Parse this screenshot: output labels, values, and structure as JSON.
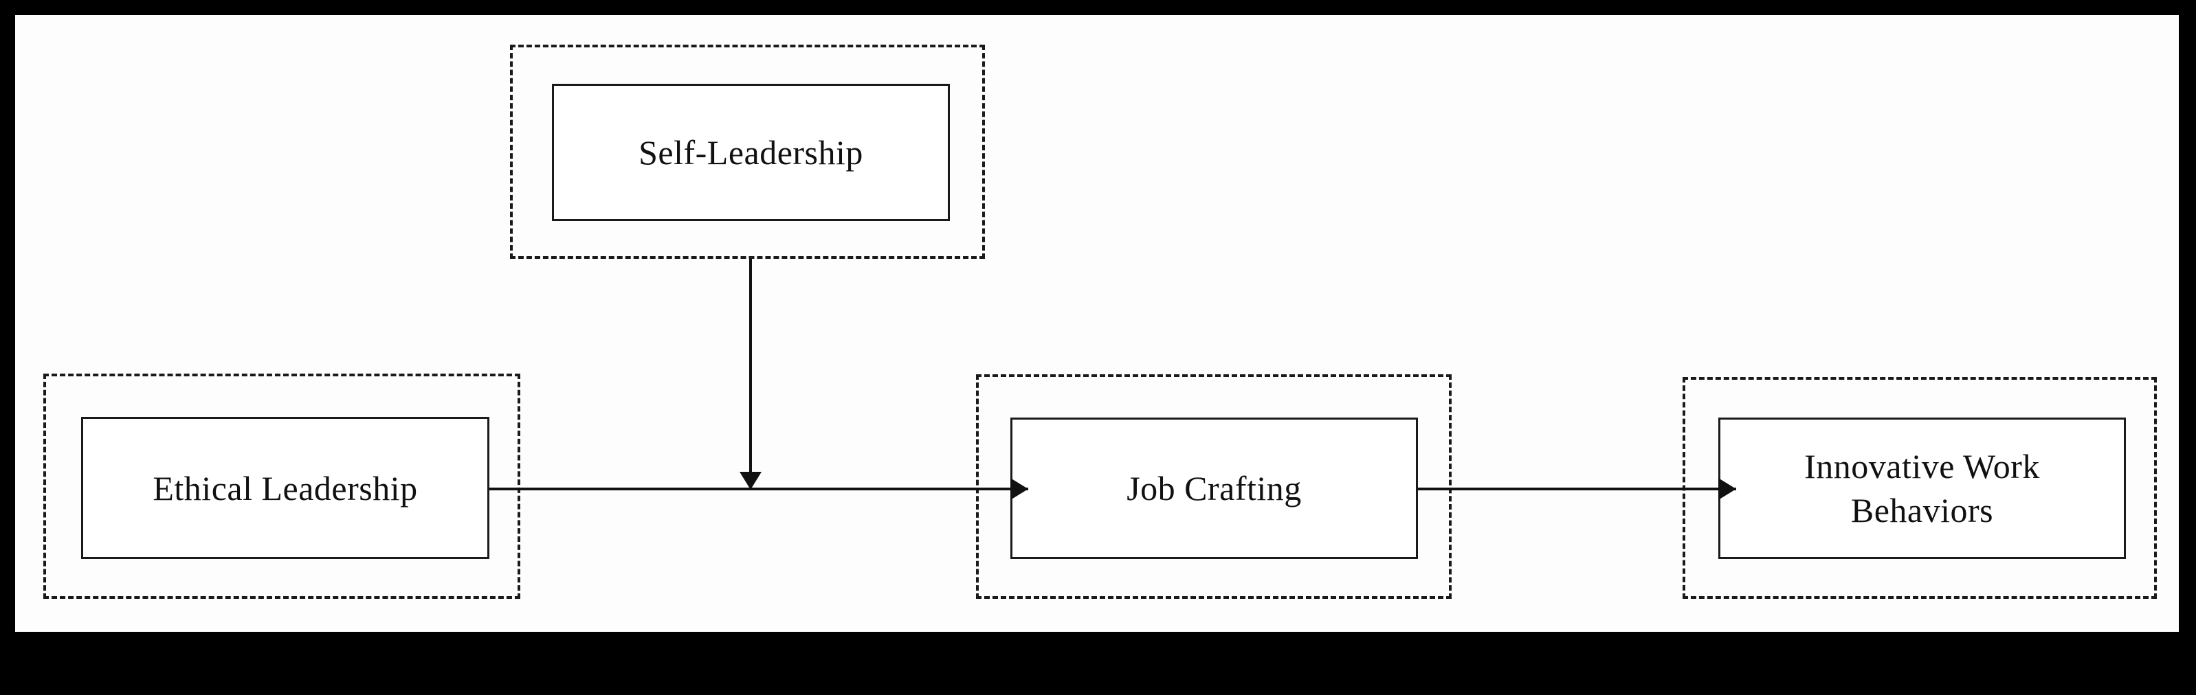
{
  "diagram": {
    "type": "conceptual-research-model",
    "title": "",
    "background_color": "#ffffff",
    "frame_color": "#000000",
    "line_color": "#111111",
    "constructs": [
      {
        "id": "self-leadership",
        "label": "Self-Leadership",
        "role": "moderator",
        "container": "dashed",
        "inner_box": "solid"
      },
      {
        "id": "ethical-leadership",
        "label": "Ethical Leadership",
        "role": "independent-variable",
        "container": "dashed",
        "inner_box": "solid"
      },
      {
        "id": "job-crafting",
        "label": "Job Crafting",
        "role": "mediator",
        "container": "dashed",
        "inner_box": "solid"
      },
      {
        "id": "innovative-work-behaviors",
        "label": "Innovative  Work\nBehaviors",
        "role": "dependent-variable",
        "container": "dashed",
        "inner_box": "solid"
      }
    ],
    "links": [
      {
        "id": "el-to-jc",
        "from": "ethical-leadership",
        "to": "job-crafting",
        "style": "solid-arrow",
        "direction": "right",
        "label": ""
      },
      {
        "id": "jc-to-iwb",
        "from": "job-crafting",
        "to": "innovative-work-behaviors",
        "style": "solid-arrow",
        "direction": "right",
        "label": ""
      },
      {
        "id": "sl-moderates-el-jc",
        "from": "self-leadership",
        "to": "el-to-jc",
        "style": "solid-arrow",
        "direction": "down",
        "label": ""
      }
    ]
  }
}
